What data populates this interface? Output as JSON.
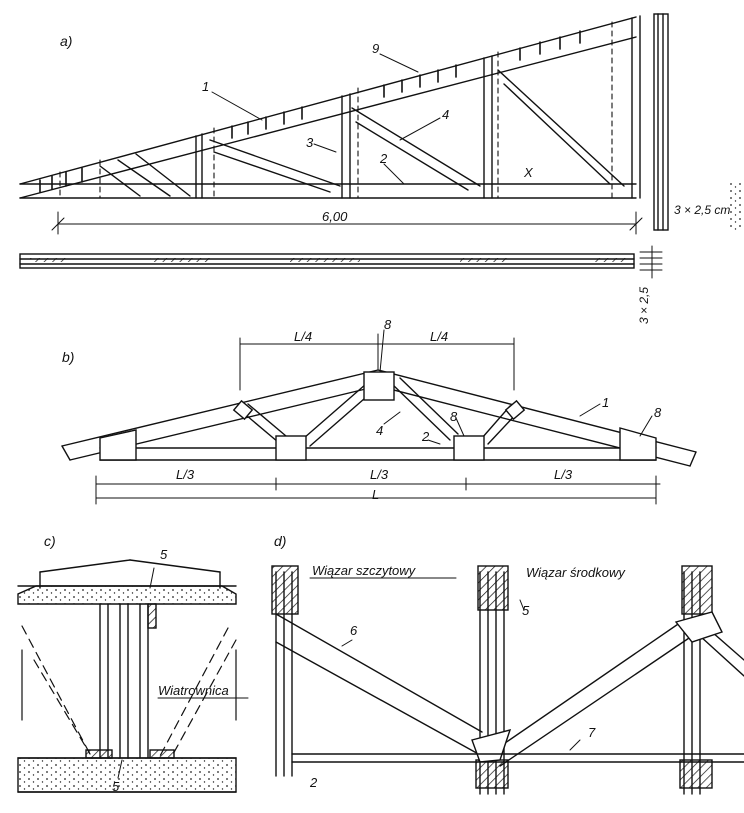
{
  "panels": {
    "a": {
      "label": "a)",
      "numbers": [
        "9",
        "1",
        "4",
        "3",
        "2"
      ],
      "x_mark": "X",
      "span": "6,00",
      "section": "3 × 2,5 cm",
      "section_plan": "3 × 2,5"
    },
    "b": {
      "label": "b)",
      "quarter_left": "L/4",
      "quarter_right": "L/4",
      "third_1": "L/3",
      "third_2": "L/3",
      "third_3": "L/3",
      "span": "L",
      "numbers": {
        "top": "8",
        "chord": "1",
        "right_plate": "8",
        "mid_plate": "8",
        "web": "4",
        "bottom": "2"
      }
    },
    "c": {
      "label": "c)",
      "top_num": "5",
      "wind_brace": "Wiatrownica",
      "bottom_num": "5"
    },
    "d": {
      "label": "d)",
      "gable_truss": "Wiązar szczytowy",
      "middle_truss": "Wiązar środkowy",
      "num_5": "5",
      "num_6": "6",
      "num_7": "7",
      "num_2": "2"
    }
  }
}
